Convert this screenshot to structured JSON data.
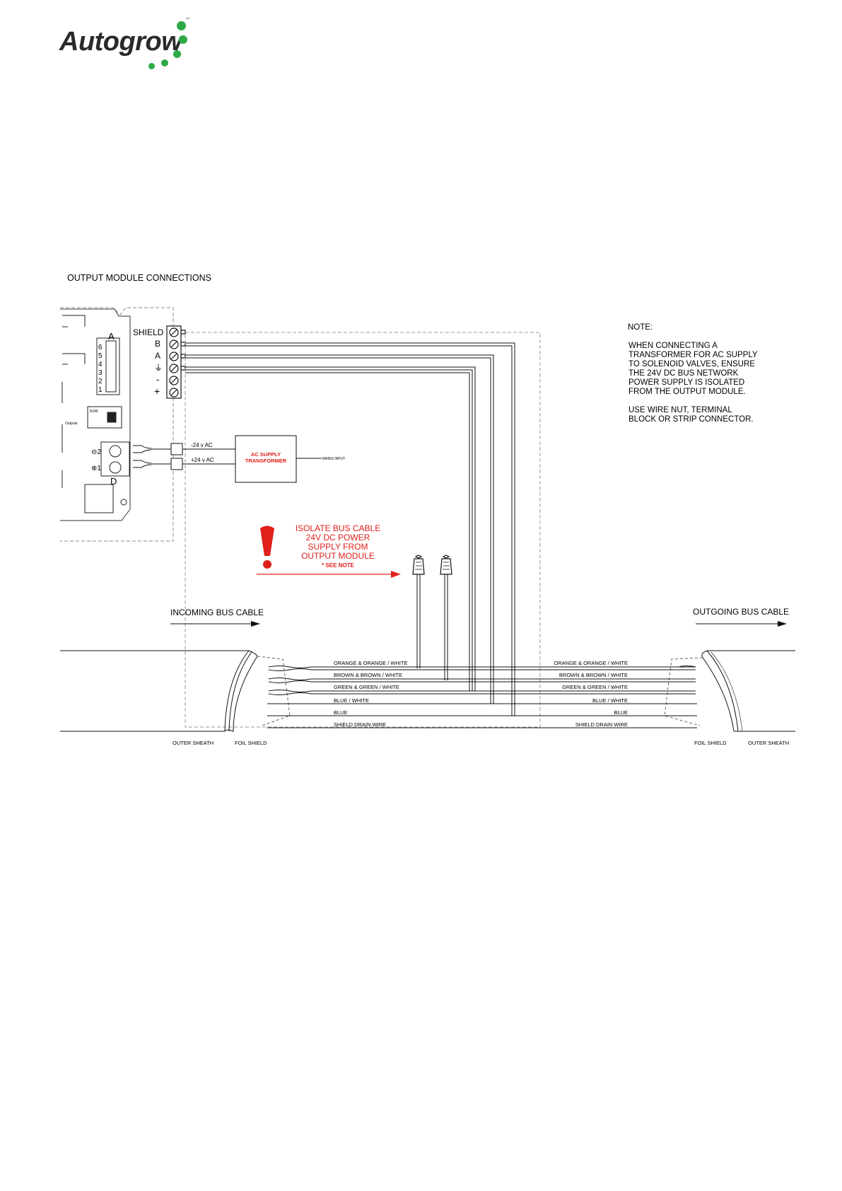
{
  "brand": {
    "name": "Autogrow",
    "trademark": "™",
    "dot_color": "#2eaa48"
  },
  "diagram": {
    "title": "OUTPUT MODULE CONNECTIONS",
    "terminal_labels": {
      "shield": "SHIELD",
      "b": "B",
      "a": "A",
      "ground": "⏚",
      "minus": "-",
      "plus": "+"
    },
    "module_labels": {
      "connector_a": "A",
      "connector_d": "D",
      "pins": [
        "6",
        "5",
        "4",
        "3",
        "2",
        "1"
      ],
      "rj45": "RJ45",
      "outputs": "Outputs",
      "ac_terminals": [
        "⊖2",
        "⊕1"
      ]
    },
    "ac_lines": {
      "minus": "-24 v AC",
      "plus": "+24 v AC"
    },
    "transformer": {
      "line1": "AC SUPPLY",
      "line2": "TRANSFORMER",
      "input": "MAINS INPUT"
    },
    "warning": {
      "lines": [
        "ISOLATE BUS CABLE",
        "24V DC POWER",
        "SUPPLY FROM",
        "OUTPUT MODULE"
      ],
      "see_note": "* SEE NOTE",
      "color": "#e0201b"
    },
    "note": {
      "heading": "NOTE:",
      "para1": [
        "WHEN CONNECTING A",
        "TRANSFORMER FOR AC SUPPLY",
        "TO SOLENOID VALVES, ENSURE",
        "THE 24V DC BUS NETWORK",
        "POWER SUPPLY IS ISOLATED",
        "FROM THE OUTPUT MODULE."
      ],
      "para2": [
        "USE WIRE NUT, TERMINAL",
        "BLOCK OR STRIP CONNECTOR."
      ]
    },
    "cables": {
      "incoming": "INCOMING BUS CABLE",
      "outgoing": "OUTGOING BUS CABLE"
    },
    "wires_left": [
      "ORANGE & ORANGE / WHITE",
      "BROWN & BROWN / WHITE",
      "GREEN & GREEN / WHITE",
      "BLUE / WHITE",
      "BLUE",
      "SHIELD DRAIN WIRE"
    ],
    "wires_right": [
      "ORANGE & ORANGE / WHITE",
      "BROWN & BROWN / WHITE",
      "GREEN & GREEN / WHITE",
      "BLUE / WHITE",
      "BLUE",
      "SHIELD DRAIN WIRE"
    ],
    "sheath_labels": {
      "outer_left": "OUTER SHEATH",
      "foil_left": "FOIL SHIELD",
      "foil_right": "FOIL SHIELD",
      "outer_right": "OUTER SHEATH"
    }
  }
}
